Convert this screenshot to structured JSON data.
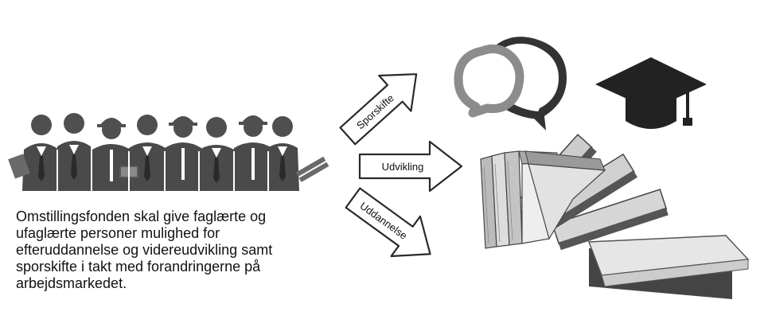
{
  "arrows": [
    {
      "label": "Sporskifte"
    },
    {
      "label": "Udvikling"
    },
    {
      "label": "Uddannelse"
    }
  ],
  "caption": {
    "lines": [
      "Omstillingsfonden skal give faglærte og",
      "ufaglærte personer mulighed for",
      "efteruddannelse og videreudvikling samt",
      "sporskifte i takt med forandringerne på",
      "arbejdsmarkedet."
    ]
  },
  "colors": {
    "figure": "#4a4a4a",
    "figure_dark": "#2a2a2a",
    "bubble_light": "#8a8a8a",
    "bubble_dark": "#3a3a3a",
    "cap": "#222222"
  },
  "icons": [
    "workers-group-icon",
    "speech-bubbles-icon",
    "graduation-cap-icon",
    "books-stack-icon"
  ]
}
